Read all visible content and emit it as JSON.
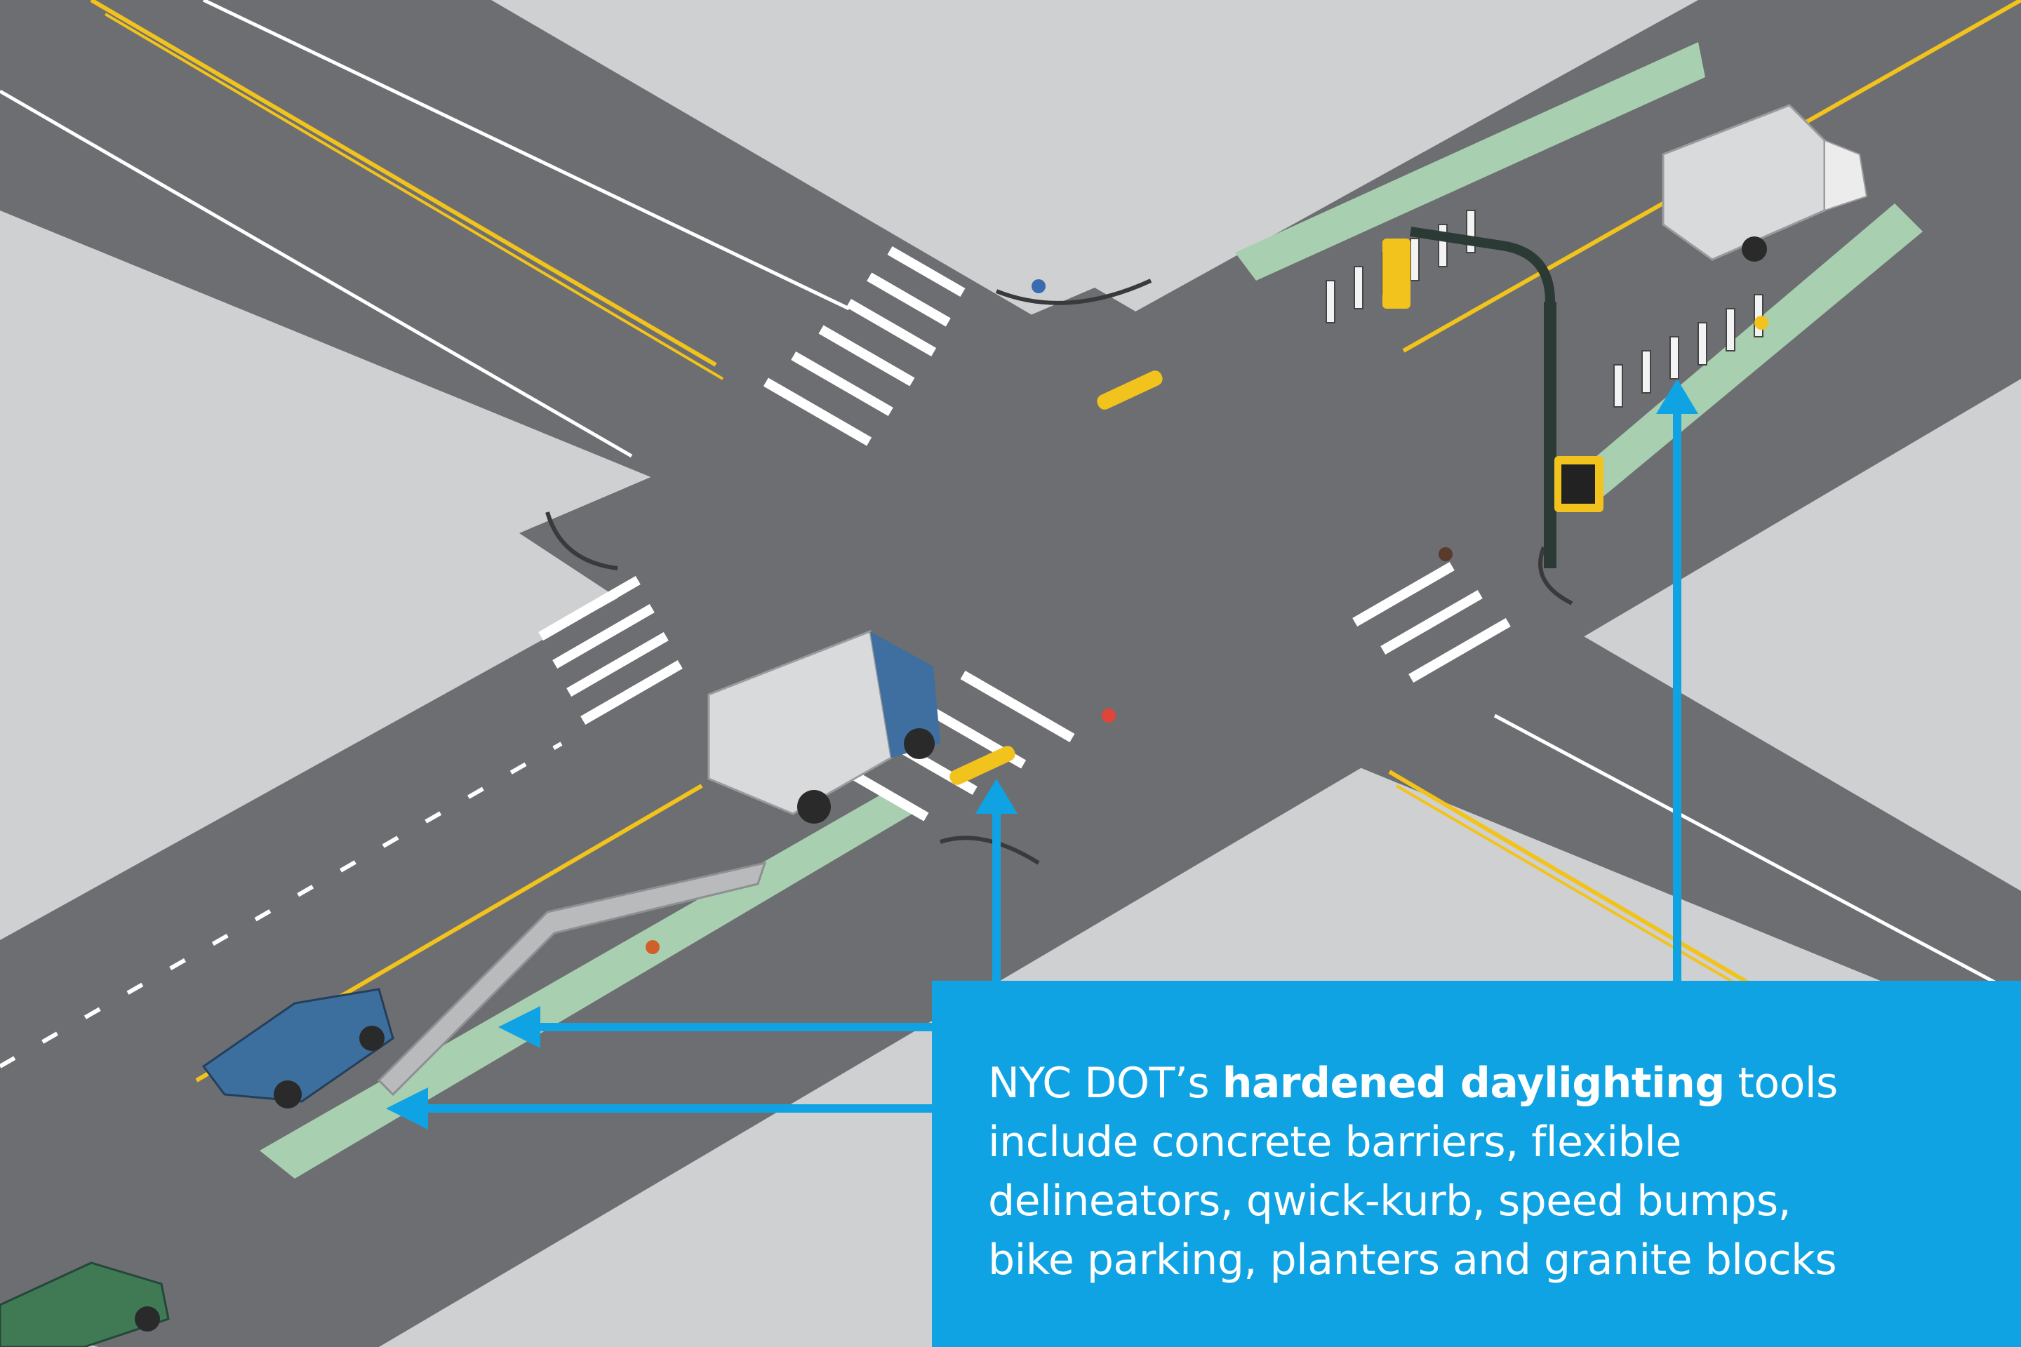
{
  "caption": {
    "intro": "NYC DOT’s",
    "emphasis": "hardened daylighting",
    "line1_rest": "tools",
    "line2": "include concrete barriers, flexible",
    "line3": "delineators, qwick-kurb, speed bumps,",
    "line4": "bike parking, planters and granite blocks"
  },
  "colors": {
    "sidewalk": "#cfd0d2",
    "asphalt": "#6d6e71",
    "asphalt_dark": "#58595b",
    "bike_lane": "#a8cfb0",
    "crosswalk": "#ffffff",
    "center_line": "#f2c31c",
    "callout": "#0fa3e3",
    "truck_cab": "#3f6fa0",
    "car_blue": "#3d6f9e",
    "car_green": "#3f7a54"
  }
}
